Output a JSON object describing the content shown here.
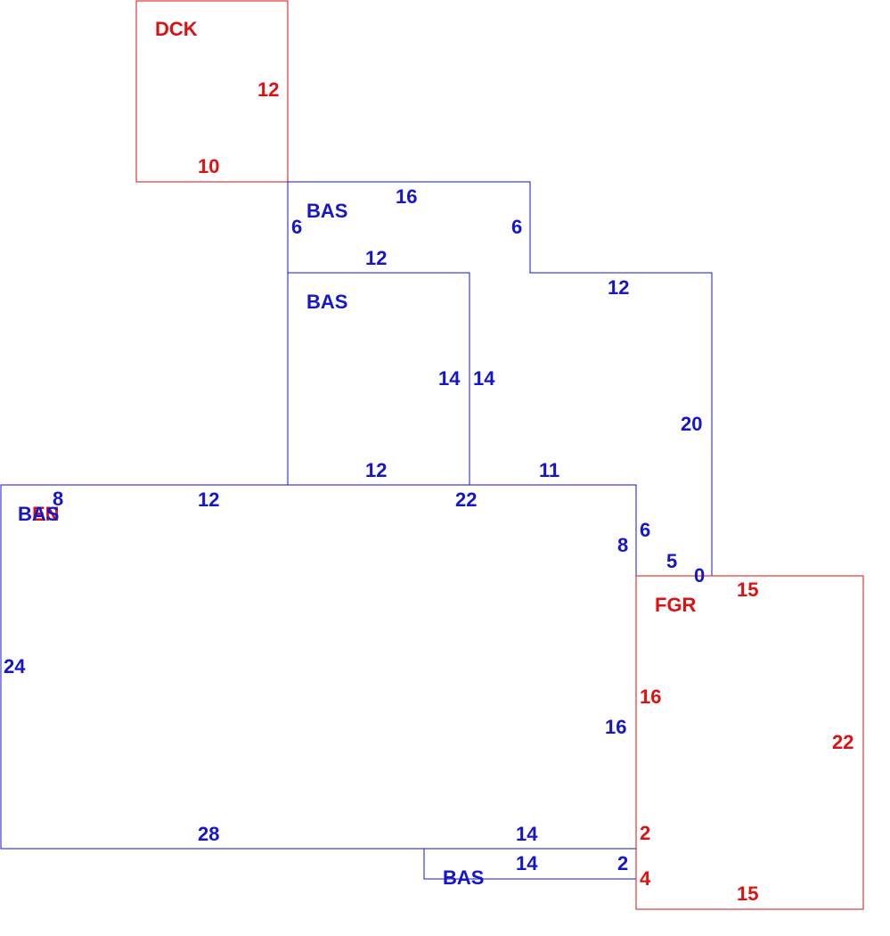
{
  "colors": {
    "blue": "#1515cc",
    "red": "#dd1111",
    "background": "#ffffff"
  },
  "areas": {
    "dck": "DCK",
    "bas_upper": "BAS",
    "bas_inner": "BAS",
    "bas_main": "BAS",
    "bas_overlap_red": "EN",
    "fgr": "FGR",
    "bas_bottom": "BAS"
  },
  "dimensions": {
    "dck_right": "12",
    "dck_bottom": "10",
    "upper_top": "16",
    "upper_left": "6",
    "upper_right": "6",
    "inner_top": "12",
    "upper_step": "12",
    "inner_right_a": "14",
    "inner_right_b": "14",
    "upper_side": "20",
    "inner_bottom": "12",
    "main_top_right": "11",
    "main_top_mid": "22",
    "main_top_left": "12",
    "main_corner_8": "8",
    "main_right_8": "8",
    "side_6": "6",
    "side_5": "5",
    "side_0": "0",
    "main_left": "24",
    "main_right_16": "16",
    "main_bottom": "28",
    "main_bottom_14": "14",
    "bottom_14": "14",
    "bottom_2": "2",
    "fgr_top": "15",
    "fgr_left_16": "16",
    "fgr_right": "22",
    "fgr_2": "2",
    "fgr_4": "4",
    "fgr_bottom": "15"
  }
}
